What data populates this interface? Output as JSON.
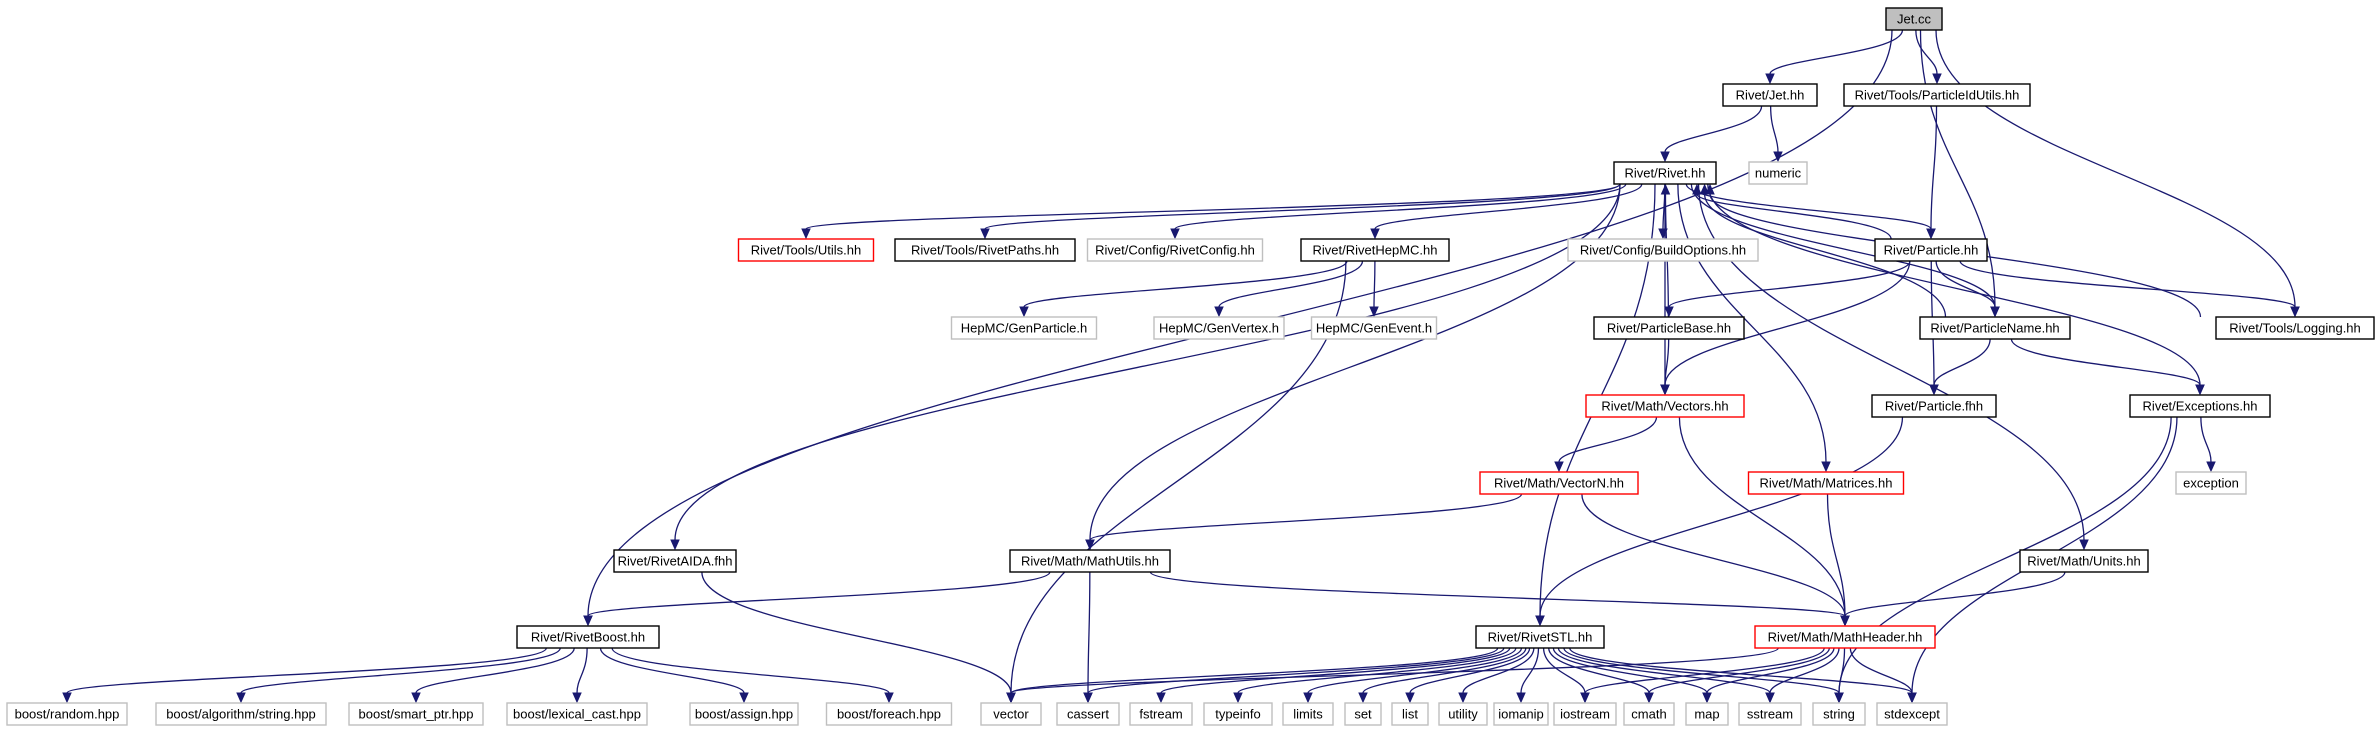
{
  "colors": {
    "edge": "#191970",
    "normal": "#000000",
    "external": "#bfbfbf",
    "truncated": "#ff0000",
    "root_fill": "#bfbfbf"
  },
  "nodes": {
    "jet_cc": {
      "label": "Jet.cc",
      "kind": "root"
    },
    "rivet_jet": {
      "label": "Rivet/Jet.hh",
      "kind": "normal"
    },
    "particleidutils": {
      "label": "Rivet/Tools/ParticleIdUtils.hh",
      "kind": "normal"
    },
    "rivet_rivet": {
      "label": "Rivet/Rivet.hh",
      "kind": "normal"
    },
    "numeric": {
      "label": "numeric",
      "kind": "external"
    },
    "tools_utils": {
      "label": "Rivet/Tools/Utils.hh",
      "kind": "truncated"
    },
    "rivetpaths": {
      "label": "Rivet/Tools/RivetPaths.hh",
      "kind": "normal"
    },
    "rivetconfig": {
      "label": "Rivet/Config/RivetConfig.hh",
      "kind": "external"
    },
    "rivethepmc": {
      "label": "Rivet/RivetHepMC.hh",
      "kind": "normal"
    },
    "buildoptions": {
      "label": "Rivet/Config/BuildOptions.hh",
      "kind": "external"
    },
    "particle_hh": {
      "label": "Rivet/Particle.hh",
      "kind": "normal"
    },
    "logging": {
      "label": "Rivet/Tools/Logging.hh",
      "kind": "normal"
    },
    "genparticle": {
      "label": "HepMC/GenParticle.h",
      "kind": "external"
    },
    "genvertex": {
      "label": "HepMC/GenVertex.h",
      "kind": "external"
    },
    "genevent": {
      "label": "HepMC/GenEvent.h",
      "kind": "external"
    },
    "particlebase": {
      "label": "Rivet/ParticleBase.hh",
      "kind": "normal"
    },
    "particlename": {
      "label": "Rivet/ParticleName.hh",
      "kind": "normal"
    },
    "vectors": {
      "label": "Rivet/Math/Vectors.hh",
      "kind": "truncated"
    },
    "particle_fhh": {
      "label": "Rivet/Particle.fhh",
      "kind": "normal"
    },
    "exceptions": {
      "label": "Rivet/Exceptions.hh",
      "kind": "normal"
    },
    "exception": {
      "label": "exception",
      "kind": "external"
    },
    "vectorn": {
      "label": "Rivet/Math/VectorN.hh",
      "kind": "truncated"
    },
    "matrices": {
      "label": "Rivet/Math/Matrices.hh",
      "kind": "truncated"
    },
    "rivetaida": {
      "label": "Rivet/RivetAIDA.fhh",
      "kind": "normal"
    },
    "mathutils": {
      "label": "Rivet/Math/MathUtils.hh",
      "kind": "normal"
    },
    "units": {
      "label": "Rivet/Math/Units.hh",
      "kind": "normal"
    },
    "rivetboost": {
      "label": "Rivet/RivetBoost.hh",
      "kind": "normal"
    },
    "rivetstl": {
      "label": "Rivet/RivetSTL.hh",
      "kind": "normal"
    },
    "mathheader": {
      "label": "Rivet/Math/MathHeader.hh",
      "kind": "truncated"
    },
    "boost_random": {
      "label": "boost/random.hpp",
      "kind": "external"
    },
    "boost_algo": {
      "label": "boost/algorithm/string.hpp",
      "kind": "external"
    },
    "boost_smartptr": {
      "label": "boost/smart_ptr.hpp",
      "kind": "external"
    },
    "boost_lexical": {
      "label": "boost/lexical_cast.hpp",
      "kind": "external"
    },
    "boost_assign": {
      "label": "boost/assign.hpp",
      "kind": "external"
    },
    "boost_foreach": {
      "label": "boost/foreach.hpp",
      "kind": "external"
    },
    "vector": {
      "label": "vector",
      "kind": "external"
    },
    "cassert": {
      "label": "cassert",
      "kind": "external"
    },
    "fstream": {
      "label": "fstream",
      "kind": "external"
    },
    "typeinfo": {
      "label": "typeinfo",
      "kind": "external"
    },
    "limits": {
      "label": "limits",
      "kind": "external"
    },
    "set": {
      "label": "set",
      "kind": "external"
    },
    "list": {
      "label": "list",
      "kind": "external"
    },
    "utility": {
      "label": "utility",
      "kind": "external"
    },
    "iomanip": {
      "label": "iomanip",
      "kind": "external"
    },
    "iostream": {
      "label": "iostream",
      "kind": "external"
    },
    "cmath": {
      "label": "cmath",
      "kind": "external"
    },
    "map": {
      "label": "map",
      "kind": "external"
    },
    "sstream": {
      "label": "sstream",
      "kind": "external"
    },
    "string": {
      "label": "string",
      "kind": "external"
    },
    "stdexcept": {
      "label": "stdexcept",
      "kind": "external"
    }
  },
  "edges": [
    [
      "jet_cc",
      "rivet_jet"
    ],
    [
      "jet_cc",
      "particleidutils"
    ],
    [
      "jet_cc",
      "rivetboost"
    ],
    [
      "jet_cc",
      "particlename"
    ],
    [
      "jet_cc",
      "logging"
    ],
    [
      "rivet_jet",
      "rivet_rivet"
    ],
    [
      "rivet_jet",
      "numeric"
    ],
    [
      "particleidutils",
      "particle_hh"
    ],
    [
      "rivet_rivet",
      "tools_utils"
    ],
    [
      "rivet_rivet",
      "rivetpaths"
    ],
    [
      "rivet_rivet",
      "rivetconfig"
    ],
    [
      "rivet_rivet",
      "rivethepmc"
    ],
    [
      "rivet_rivet",
      "buildoptions"
    ],
    [
      "rivet_rivet",
      "particle_hh"
    ],
    [
      "rivet_rivet",
      "rivetaida"
    ],
    [
      "rivet_rivet",
      "mathutils"
    ],
    [
      "rivet_rivet",
      "vectors"
    ],
    [
      "rivet_rivet",
      "rivetstl"
    ],
    [
      "rivet_rivet",
      "matrices"
    ],
    [
      "rivet_rivet",
      "units"
    ],
    [
      "rivet_rivet",
      "exceptions"
    ],
    [
      "rivet_rivet",
      "particlename"
    ],
    [
      "particle_hh",
      "rivet_rivet"
    ],
    [
      "particlebase",
      "rivet_rivet"
    ],
    [
      "particlename",
      "rivet_rivet"
    ],
    [
      "logging",
      "rivet_rivet"
    ],
    [
      "rivethepmc",
      "genparticle"
    ],
    [
      "rivethepmc",
      "genvertex"
    ],
    [
      "rivethepmc",
      "genevent"
    ],
    [
      "rivethepmc",
      "vector"
    ],
    [
      "particle_hh",
      "particlebase"
    ],
    [
      "particle_hh",
      "particlename"
    ],
    [
      "particle_hh",
      "logging"
    ],
    [
      "particle_hh",
      "particle_fhh"
    ],
    [
      "particle_hh",
      "vectors"
    ],
    [
      "particlebase",
      "vectors"
    ],
    [
      "particlename",
      "particle_fhh"
    ],
    [
      "particlename",
      "exceptions"
    ],
    [
      "vectors",
      "vectorn"
    ],
    [
      "vectors",
      "mathheader"
    ],
    [
      "vectorn",
      "mathutils"
    ],
    [
      "vectorn",
      "mathheader"
    ],
    [
      "matrices",
      "mathheader"
    ],
    [
      "particle_fhh",
      "rivetstl"
    ],
    [
      "exceptions",
      "exception"
    ],
    [
      "exceptions",
      "string"
    ],
    [
      "exceptions",
      "stdexcept"
    ],
    [
      "rivetaida",
      "vector"
    ],
    [
      "mathutils",
      "rivetboost"
    ],
    [
      "mathutils",
      "mathheader"
    ],
    [
      "mathutils",
      "cassert"
    ],
    [
      "units",
      "mathheader"
    ],
    [
      "rivetboost",
      "boost_random"
    ],
    [
      "rivetboost",
      "boost_algo"
    ],
    [
      "rivetboost",
      "boost_smartptr"
    ],
    [
      "rivetboost",
      "boost_lexical"
    ],
    [
      "rivetboost",
      "boost_assign"
    ],
    [
      "rivetboost",
      "boost_foreach"
    ],
    [
      "rivetstl",
      "vector"
    ],
    [
      "rivetstl",
      "cassert"
    ],
    [
      "rivetstl",
      "fstream"
    ],
    [
      "rivetstl",
      "typeinfo"
    ],
    [
      "rivetstl",
      "limits"
    ],
    [
      "rivetstl",
      "set"
    ],
    [
      "rivetstl",
      "list"
    ],
    [
      "rivetstl",
      "utility"
    ],
    [
      "rivetstl",
      "iomanip"
    ],
    [
      "rivetstl",
      "iostream"
    ],
    [
      "rivetstl",
      "cmath"
    ],
    [
      "rivetstl",
      "map"
    ],
    [
      "rivetstl",
      "sstream"
    ],
    [
      "rivetstl",
      "string"
    ],
    [
      "rivetstl",
      "stdexcept"
    ],
    [
      "mathheader",
      "vector"
    ],
    [
      "mathheader",
      "iostream"
    ],
    [
      "mathheader",
      "cmath"
    ],
    [
      "mathheader",
      "map"
    ],
    [
      "mathheader",
      "sstream"
    ],
    [
      "mathheader",
      "string"
    ],
    [
      "mathheader",
      "stdexcept"
    ]
  ]
}
